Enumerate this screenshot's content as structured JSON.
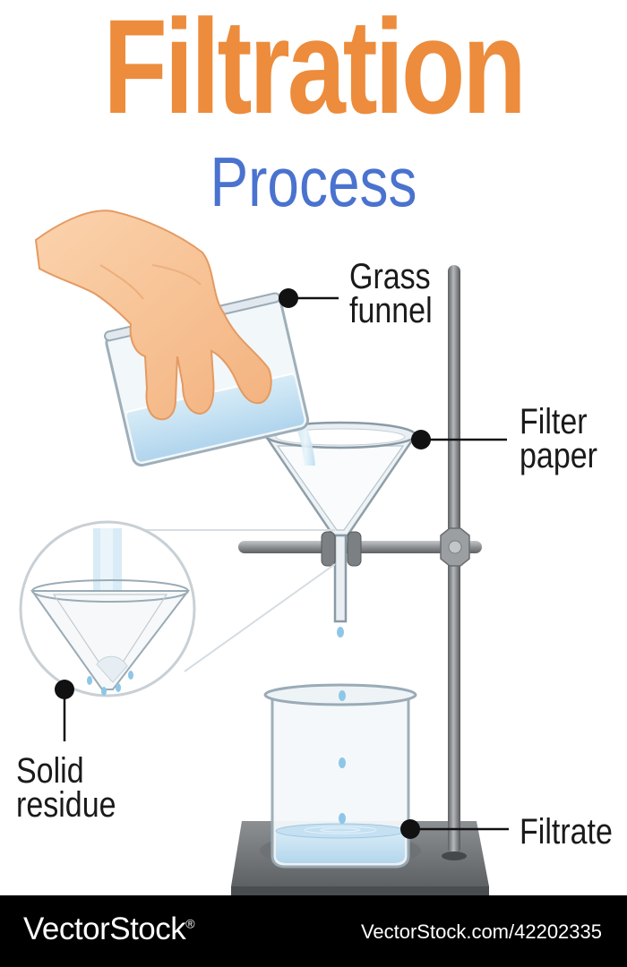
{
  "title": "Filtration",
  "subtitle": "Process",
  "labels": {
    "funnel": "Grass\nfunnel",
    "filter_paper": "Filter\npaper",
    "solid_residue": "Solid\nresidue",
    "filtrate": "Filtrate"
  },
  "footer": {
    "brand": "VectorStock",
    "reg_mark": "®",
    "url": "VectorStock.com/42202335"
  },
  "colors": {
    "title": "#ec8c3c",
    "subtitle": "#4a72cf",
    "footer_bg": "#000000"
  }
}
